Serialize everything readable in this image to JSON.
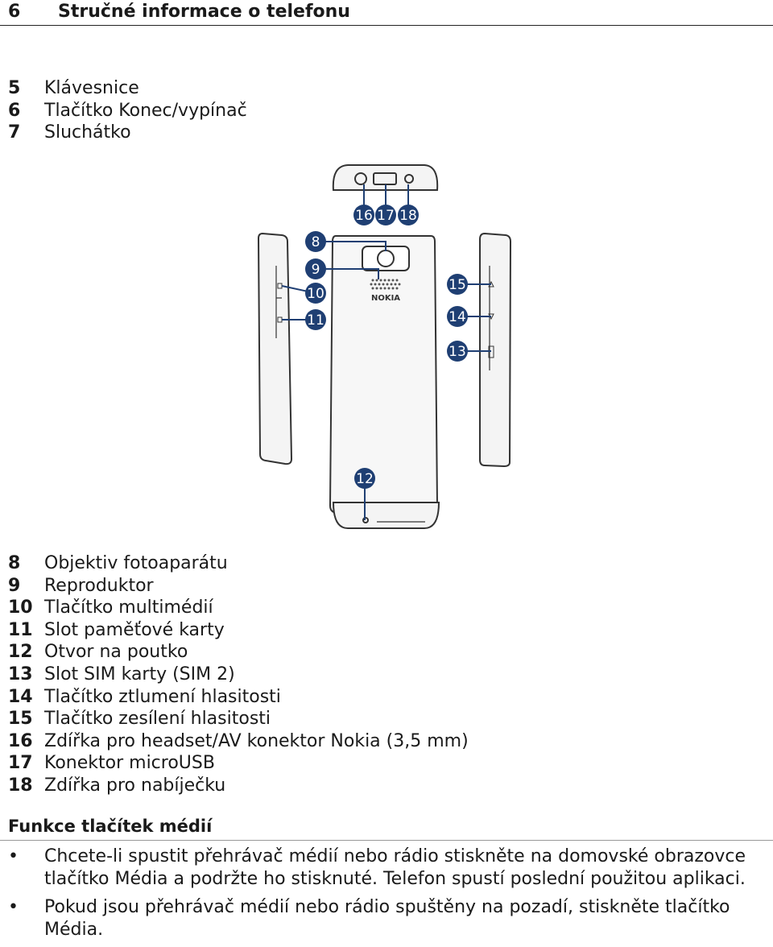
{
  "header": {
    "section_number": "6",
    "title": "Stručné informace o telefonu"
  },
  "parts_top": [
    {
      "num": "5",
      "label": "Klávesnice"
    },
    {
      "num": "6",
      "label": "Tlačítko Konec/vypínač"
    },
    {
      "num": "7",
      "label": "Sluchátko"
    }
  ],
  "diagram": {
    "brand": "NOKIA",
    "callouts": [
      "8",
      "9",
      "10",
      "11",
      "12",
      "13",
      "14",
      "15",
      "16",
      "17",
      "18"
    ]
  },
  "parts_bottom": [
    {
      "num": "8",
      "label": "Objektiv fotoaparátu"
    },
    {
      "num": "9",
      "label": "Reproduktor"
    },
    {
      "num": "10",
      "label": "Tlačítko multimédií"
    },
    {
      "num": "11",
      "label": "Slot paměťové karty"
    },
    {
      "num": "12",
      "label": "Otvor na poutko"
    },
    {
      "num": "13",
      "label": "Slot SIM karty (SIM 2)"
    },
    {
      "num": "14",
      "label": "Tlačítko ztlumení hlasitosti"
    },
    {
      "num": "15",
      "label": "Tlačítko zesílení hlasitosti"
    },
    {
      "num": "16",
      "label": "Zdířka pro headset/AV konektor Nokia (3,5 mm)"
    },
    {
      "num": "17",
      "label": "Konektor microUSB"
    },
    {
      "num": "18",
      "label": "Zdířka pro nabíječku"
    }
  ],
  "media_section": {
    "heading": "Funkce tlačítek médií",
    "bullet_symbol": "•",
    "bullets": [
      "Chcete-li spustit přehrávač médií nebo rádio stiskněte na domovské obrazovce tlačítko Média a podržte ho stisknuté. Telefon spustí poslední použitou aplikaci.",
      "Pokud jsou přehrávač médií nebo rádio spuštěny na pozadí, stiskněte tlačítko Média."
    ]
  },
  "colors": {
    "callout_fill": "#1f3f73",
    "line": "#1f3f73",
    "outline": "#333333"
  }
}
